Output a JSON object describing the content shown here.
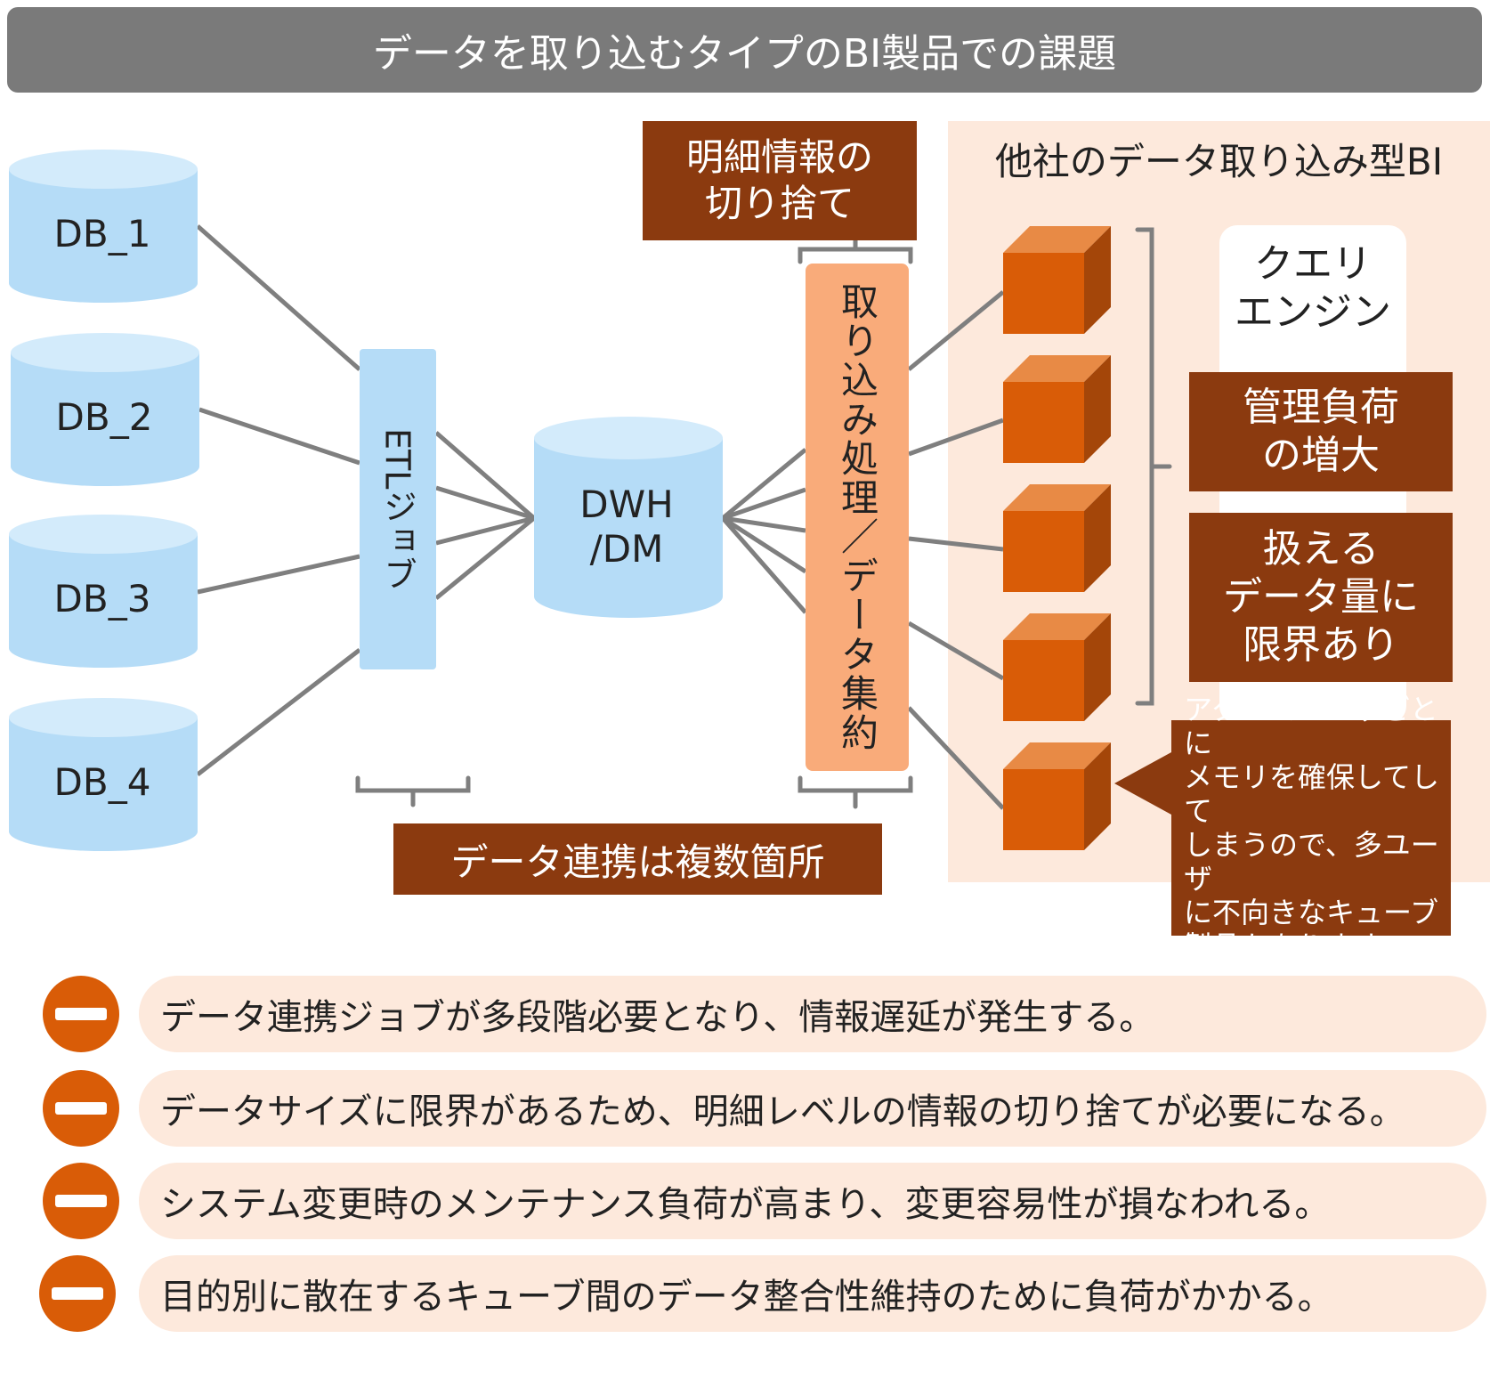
{
  "title": "データを取り込むタイプのBI製品での課題",
  "databases": [
    "DB_1",
    "DB_2",
    "DB_3",
    "DB_4"
  ],
  "etl_label": "ETLジョブ",
  "dwh_label": [
    "DWH",
    "/DM"
  ],
  "process_label": "取り込み処理／データ集約",
  "detail_cut": [
    "明細情報の",
    "切り捨て"
  ],
  "data_link": "データ連携は複数箇所",
  "other_bi_title": "他社のデータ取り込み型BI",
  "query_engine": [
    "クエリ",
    "エンジン"
  ],
  "mgmt_load": [
    "管理負荷",
    "の増大"
  ],
  "data_limit": [
    "扱える",
    "データ量に",
    "限界あり"
  ],
  "memory_note": [
    "アクセスユーザごとに",
    "メモリを確保してして",
    "しまうので、多ユーザ",
    "に不向きなキューブ",
    "製品もあります。"
  ],
  "issues": [
    "データ連携ジョブが多段階必要となり、情報遅延が発生する。",
    "データサイズに限界があるため、明細レベルの情報の切り捨てが必要になる。",
    "システム変更時のメンテナンス負荷が高まり、変更容易性が損なわれる。",
    "目的別に散在するキューブ間のデータ整合性維持のために負荷がかかる。"
  ],
  "colors": {
    "title_bar": "#7a7a7a",
    "db_blue": "#b5dcf7",
    "brown": "#8b3a0f",
    "peach": "#fde9dc",
    "orange_bar": "#f9ab7a",
    "cube_front": "#d95c07",
    "minus_icon": "#d95c07",
    "connector": "#7f7f7f"
  }
}
